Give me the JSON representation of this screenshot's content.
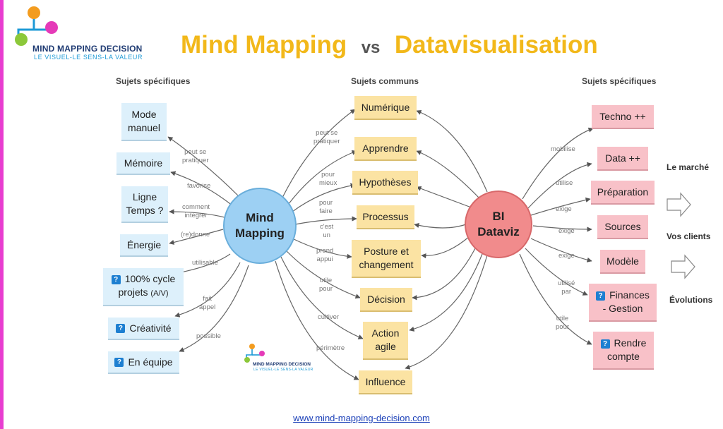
{
  "logo": {
    "name": "MIND MAPPING DECISION",
    "tagline": "LE VISUEL-LE SENS-LA VALEUR"
  },
  "title": {
    "left": "Mind Mapping",
    "vs": "vs",
    "right": "Datavisualisation"
  },
  "columns": {
    "left": "Sujets spécifiques",
    "middle": "Sujets communs",
    "right": "Sujets spécifiques"
  },
  "centers": {
    "mind_mapping": [
      "Mind",
      "Mapping"
    ],
    "bi": [
      "BI",
      "Dataviz"
    ]
  },
  "left_topics": [
    {
      "lines": [
        "Mode",
        "manuel"
      ],
      "link": [
        "peut se",
        "pratiquer"
      ]
    },
    {
      "lines": [
        "Mémoire"
      ],
      "link": [
        "favorise"
      ]
    },
    {
      "lines": [
        "Ligne",
        "Temps ?"
      ],
      "link": [
        "comment",
        "intégrer"
      ]
    },
    {
      "lines": [
        "Énergie"
      ],
      "link": [
        "(re)donne"
      ]
    },
    {
      "lines": [
        "100% cycle",
        "projets"
      ],
      "suffix": "(A/V)",
      "icon": "help-icon",
      "link": [
        "utilisable"
      ]
    },
    {
      "lines": [
        "Créativité"
      ],
      "icon": "help-icon",
      "link": [
        "fait",
        "appel"
      ]
    },
    {
      "lines": [
        "En équipe"
      ],
      "icon": "help-icon",
      "link": [
        "possible"
      ]
    }
  ],
  "common_topics": [
    {
      "lines": [
        "Numérique"
      ],
      "link": [
        "peut se",
        "pratiquer"
      ]
    },
    {
      "lines": [
        "Apprendre"
      ],
      "link": [
        "pour",
        "mieux"
      ]
    },
    {
      "lines": [
        "Hypothèses"
      ],
      "link": [
        "pour",
        "faire"
      ]
    },
    {
      "lines": [
        "Processus"
      ],
      "link": [
        "c'est",
        "un"
      ]
    },
    {
      "lines": [
        "Posture et",
        "changement"
      ],
      "link": [
        "prend",
        "appui"
      ]
    },
    {
      "lines": [
        "Décision"
      ],
      "link": [
        "utile",
        "pour"
      ]
    },
    {
      "lines": [
        "Action",
        "agile"
      ],
      "link": [
        "cultiver"
      ]
    },
    {
      "lines": [
        "Influence"
      ],
      "link": [
        "périmètre"
      ]
    }
  ],
  "right_topics": [
    {
      "lines": [
        "Techno ++"
      ],
      "link": [
        "mobilise"
      ]
    },
    {
      "lines": [
        "Data ++"
      ],
      "link": [
        "utilise"
      ]
    },
    {
      "lines": [
        "Préparation"
      ],
      "link": [
        "exige"
      ]
    },
    {
      "lines": [
        "Sources"
      ],
      "link": [
        "exige"
      ]
    },
    {
      "lines": [
        "Modèle"
      ],
      "link": [
        "exige"
      ]
    },
    {
      "lines": [
        "Finances",
        "- Gestion"
      ],
      "icon": "help-icon",
      "link": [
        "utilisé",
        "par"
      ]
    },
    {
      "lines": [
        "Rendre",
        "compte"
      ],
      "icon": "help-icon",
      "link": [
        "utile",
        "pour"
      ]
    }
  ],
  "side_labels": [
    "Le marché",
    "Vos clients",
    "Évolutions"
  ],
  "url": "www.mind-mapping-decision.com",
  "colors": {
    "title": "#f2b81a",
    "mind_mapping": "#9dd0f3",
    "bi": "#f18b8c",
    "left_box": "#ddf0fb",
    "common_box": "#fbe3a3",
    "right_box": "#f8c1c8"
  }
}
